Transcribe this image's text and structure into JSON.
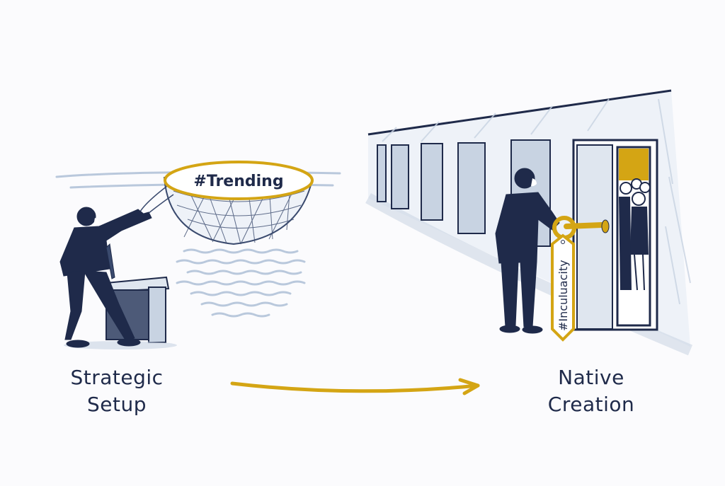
{
  "illustration": {
    "left_panel": {
      "net_label": "#Trending",
      "caption_line1": "Strategic",
      "caption_line2": "Setup"
    },
    "right_panel": {
      "tag_label": "#Inculuacity",
      "caption_line1": "Native",
      "caption_line2": "Creation"
    },
    "arrow": {
      "direction": "left-to-right"
    }
  },
  "colors": {
    "ink": "#1f2a4a",
    "gold": "#d4a514",
    "pale_blue": "#b9c8dc",
    "background": "#fbfbfd"
  }
}
